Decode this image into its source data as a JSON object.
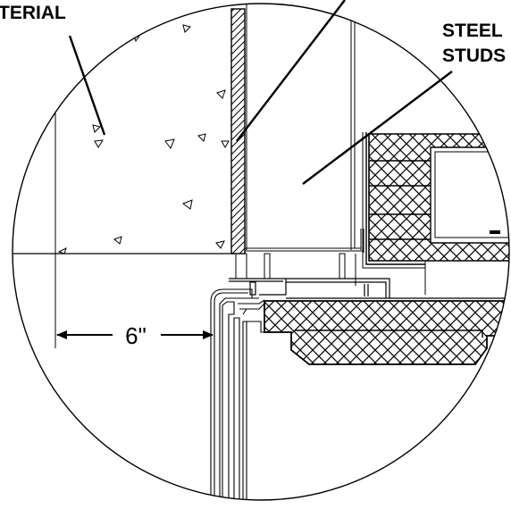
{
  "labels": {
    "material_partial": "TERIAL",
    "steel_studs_line1": "STEEL",
    "steel_studs_line2": "STUDS",
    "dimension": "6\""
  }
}
